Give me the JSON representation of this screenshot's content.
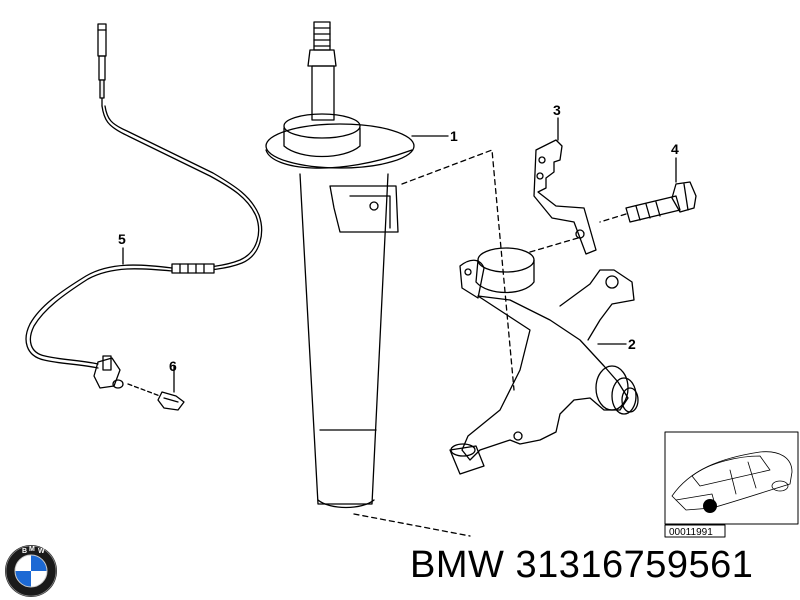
{
  "callouts": {
    "c1": "1",
    "c2": "2",
    "c3": "3",
    "c4": "4",
    "c5": "5",
    "c6": "6"
  },
  "inset": {
    "reference_code": "00011991"
  },
  "caption": {
    "brand": "BMW",
    "part_number": "31316759561"
  },
  "logo": {
    "lettering": "BMW",
    "colors": {
      "ring": "#1a1a1a",
      "blue": "#1c69d4",
      "white": "#ffffff"
    }
  }
}
